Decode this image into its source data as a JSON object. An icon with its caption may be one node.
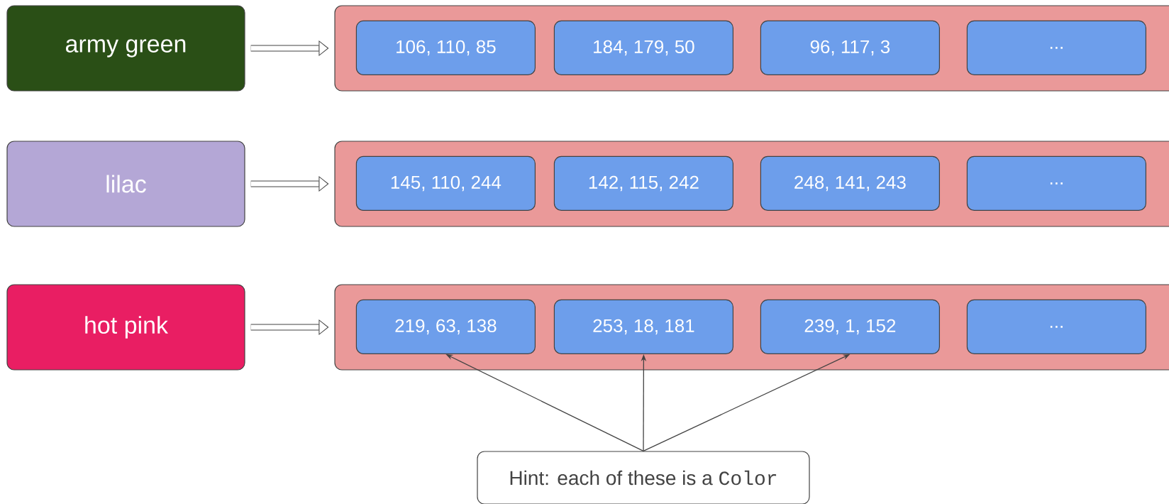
{
  "diagram": {
    "nodes": [
      {
        "text": [
          "army green"
        ]
      },
      {
        "text": [],
        "shape": "box"
      },
      {
        "text": [
          "106, 110, 85"
        ],
        "in": 1
      },
      {
        "text": [
          "184, 179, 50"
        ],
        "in": 1
      },
      {
        "text": [
          "96, 117, 3"
        ],
        "in": 1
      },
      {
        "text": [
          "..."
        ],
        "in": 1
      },
      {
        "text": [
          "lilac"
        ]
      },
      {
        "text": [],
        "shape": "box"
      },
      {
        "text": [
          "145, 110, 244"
        ],
        "in": 7
      },
      {
        "text": [
          "142, 115, 242"
        ],
        "in": 7
      },
      {
        "text": [
          "248, 141, 243"
        ],
        "in": 7
      },
      {
        "text": [
          "..."
        ],
        "in": 7
      },
      {
        "text": [
          "hot pink"
        ]
      },
      {
        "text": [],
        "shape": "box"
      },
      {
        "text": [
          "219, 63, 138"
        ],
        "in": 13
      },
      {
        "text": [
          "253, 18, 181"
        ],
        "in": 13
      },
      {
        "text": [
          "239, 1, 152"
        ],
        "in": 13
      },
      {
        "text": [
          "..."
        ],
        "in": 13
      },
      {
        "text": [
          "Hint: each of these is a",
          "Color"
        ]
      }
    ],
    "edges": [
      {
        "from": 0,
        "to": 1,
        "arrow": "to",
        "style": "thick"
      },
      {
        "from": 6,
        "to": 7,
        "arrow": "to",
        "style": "thick"
      },
      {
        "from": 12,
        "to": 13,
        "arrow": "to",
        "style": "thick"
      },
      {
        "from": 18,
        "to": 14,
        "arrow": "to"
      },
      {
        "from": 18,
        "to": 15,
        "arrow": "to"
      },
      {
        "from": 18,
        "to": 16,
        "arrow": "to"
      }
    ]
  }
}
